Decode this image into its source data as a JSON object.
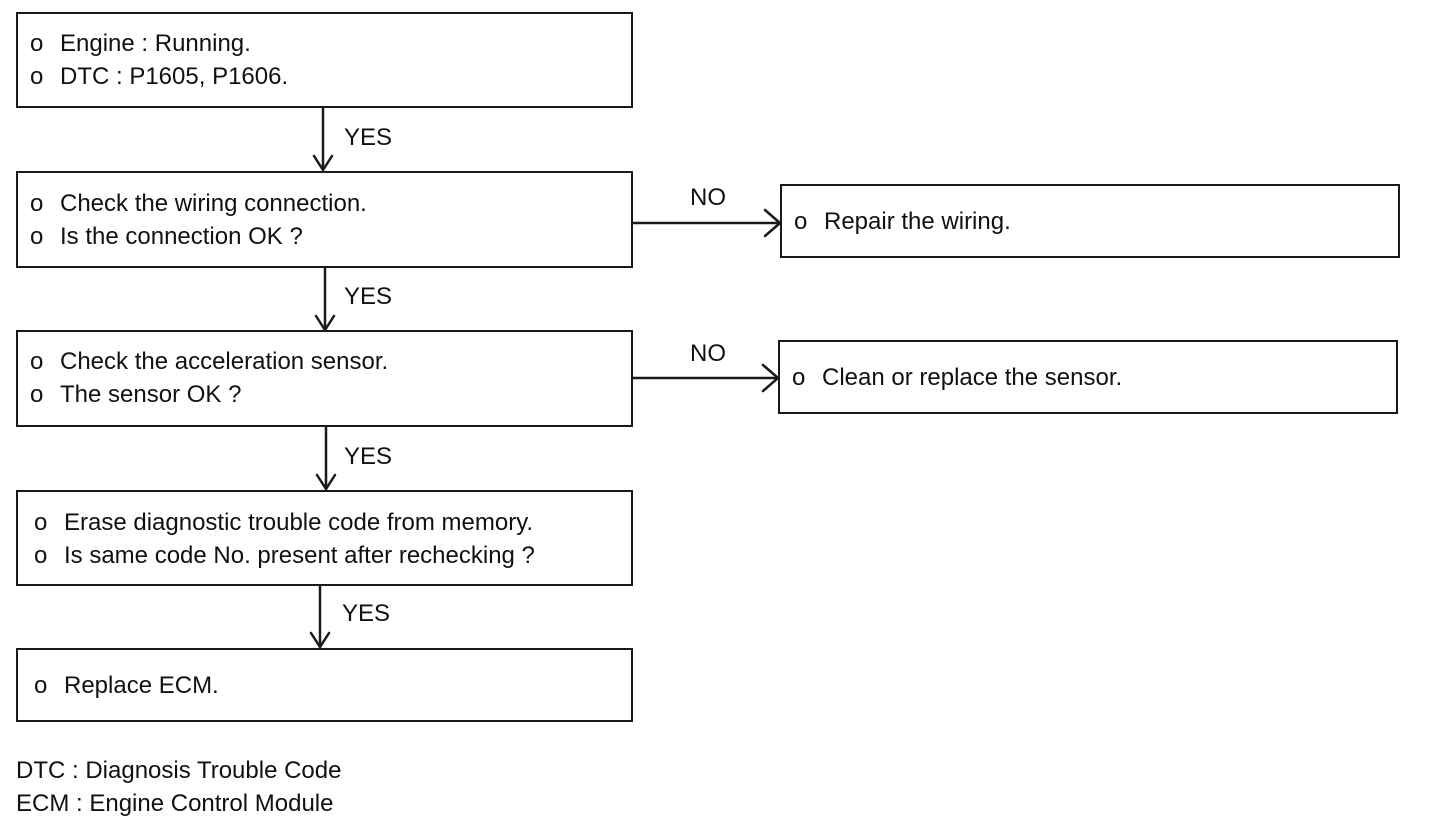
{
  "steps": [
    {
      "lines": [
        "Engine : Running.",
        "DTC : P1605, P1606."
      ]
    },
    {
      "lines": [
        "Check the wiring connection.",
        "Is the connection OK ?"
      ]
    },
    {
      "lines": [
        "Check the acceleration sensor.",
        "The sensor OK ?"
      ]
    },
    {
      "lines": [
        "Erase diagnostic trouble code from memory.",
        "Is same code No. present after rechecking ?"
      ]
    },
    {
      "lines": [
        "Replace ECM."
      ]
    }
  ],
  "actions": [
    {
      "lines": [
        "Repair the wiring."
      ]
    },
    {
      "lines": [
        "Clean or replace the sensor."
      ]
    }
  ],
  "bullet": "o",
  "yes_label": "YES",
  "no_label": "NO",
  "legend": [
    "DTC : Diagnosis Trouble Code",
    "ECM : Engine Control Module"
  ]
}
